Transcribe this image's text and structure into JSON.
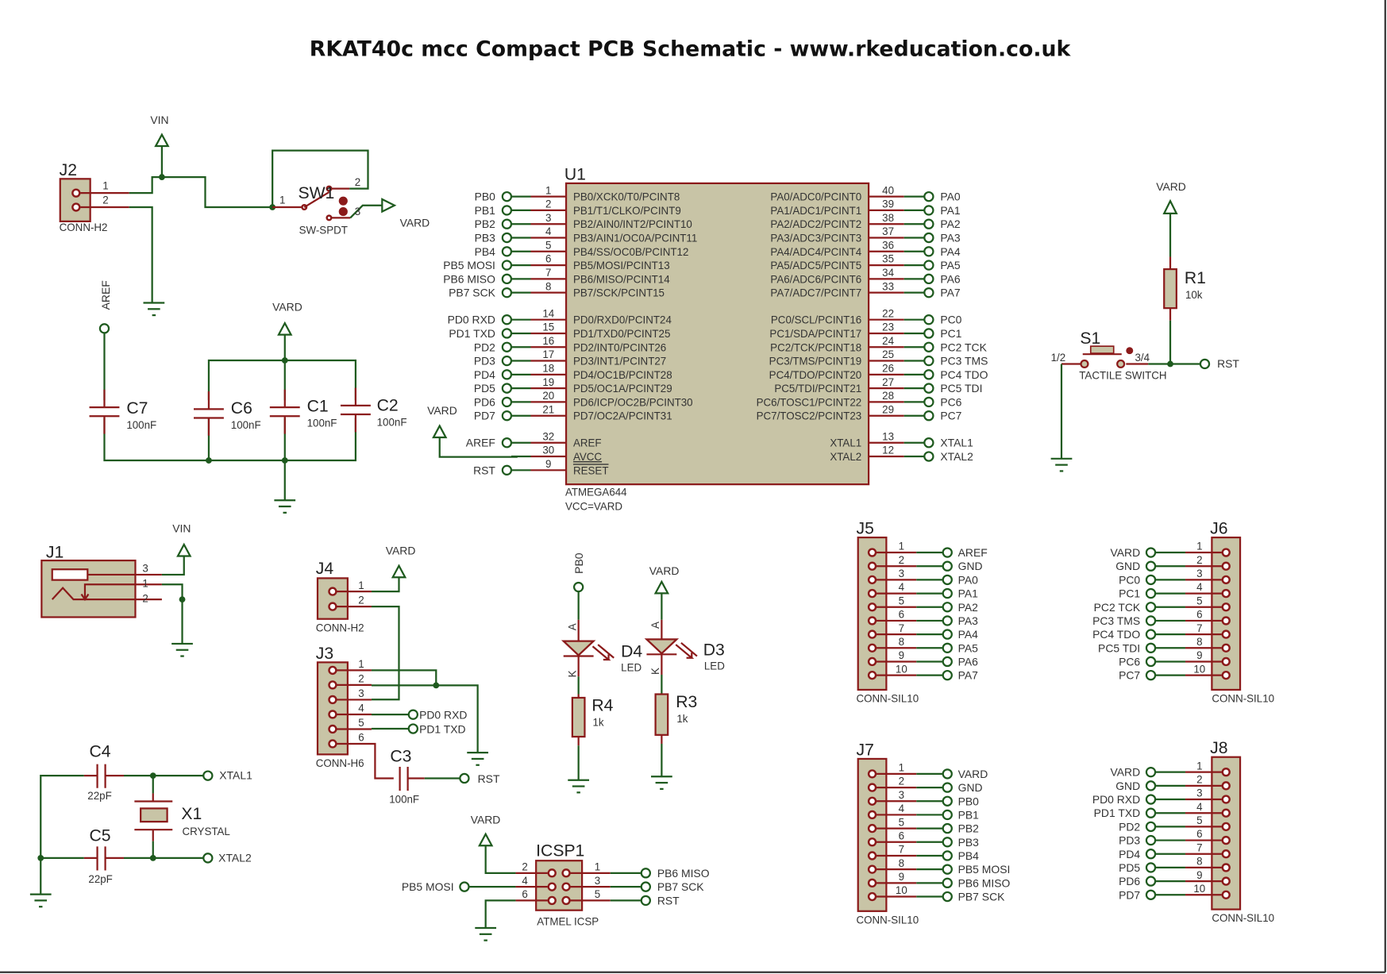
{
  "title": "RKAT40c mcc Compact PCB Schematic - www.rkeducation.co.uk",
  "colors": {
    "wire": "#1e5a1e",
    "pin": "#8b1a1a",
    "body": "#c8c4a6",
    "background": "#ffffff"
  },
  "power_vin": "VIN",
  "power_vard": "VARD",
  "j2": {
    "ref": "J2",
    "value": "CONN-H2",
    "pins": [
      "1",
      "2"
    ]
  },
  "sw1": {
    "ref": "SW1",
    "value": "SW-SPDT",
    "pins": [
      "1",
      "2",
      "3"
    ],
    "net": "VARD"
  },
  "decoupling": {
    "aref_label": "AREF",
    "vard_label": "VARD",
    "caps": [
      {
        "ref": "C7",
        "value": "100nF"
      },
      {
        "ref": "C6",
        "value": "100nF"
      },
      {
        "ref": "C1",
        "value": "100nF"
      },
      {
        "ref": "C2",
        "value": "100nF"
      }
    ]
  },
  "u1": {
    "ref": "U1",
    "part": "ATMEGA644",
    "vcc": "VCC=VARD",
    "left_pins": [
      {
        "num": "1",
        "name": "PB0/XCK0/T0/PCINT8",
        "net": "PB0"
      },
      {
        "num": "2",
        "name": "PB1/T1/CLKO/PCINT9",
        "net": "PB1"
      },
      {
        "num": "3",
        "name": "PB2/AIN0/INT2/PCINT10",
        "net": "PB2"
      },
      {
        "num": "4",
        "name": "PB3/AIN1/OC0A/PCINT11",
        "net": "PB3"
      },
      {
        "num": "5",
        "name": "PB4/SS/OC0B/PCINT12",
        "net": "PB4"
      },
      {
        "num": "6",
        "name": "PB5/MOSI/PCINT13",
        "net": "PB5 MOSI"
      },
      {
        "num": "7",
        "name": "PB6/MISO/PCINT14",
        "net": "PB6 MISO"
      },
      {
        "num": "8",
        "name": "PB7/SCK/PCINT15",
        "net": "PB7 SCK"
      },
      {
        "num": "14",
        "name": "PD0/RXD0/PCINT24",
        "net": "PD0 RXD"
      },
      {
        "num": "15",
        "name": "PD1/TXD0/PCINT25",
        "net": "PD1 TXD"
      },
      {
        "num": "16",
        "name": "PD2/INT0/PCINT26",
        "net": "PD2"
      },
      {
        "num": "17",
        "name": "PD3/INT1/PCINT27",
        "net": "PD3"
      },
      {
        "num": "18",
        "name": "PD4/OC1B/PCINT28",
        "net": "PD4"
      },
      {
        "num": "19",
        "name": "PD5/OC1A/PCINT29",
        "net": "PD5"
      },
      {
        "num": "20",
        "name": "PD6/ICP/OC2B/PCINT30",
        "net": "PD6"
      },
      {
        "num": "21",
        "name": "PD7/OC2A/PCINT31",
        "net": "PD7"
      },
      {
        "num": "32",
        "name": "AREF",
        "net": "AREF"
      },
      {
        "num": "30",
        "name": "AVCC",
        "net": "VARD"
      },
      {
        "num": "9",
        "name": "RESET",
        "net": "RST"
      }
    ],
    "right_pins": [
      {
        "num": "40",
        "name": "PA0/ADC0/PCINT0",
        "net": "PA0"
      },
      {
        "num": "39",
        "name": "PA1/ADC1/PCINT1",
        "net": "PA1"
      },
      {
        "num": "38",
        "name": "PA2/ADC2/PCINT2",
        "net": "PA2"
      },
      {
        "num": "37",
        "name": "PA3/ADC3/PCINT3",
        "net": "PA3"
      },
      {
        "num": "36",
        "name": "PA4/ADC4/PCINT4",
        "net": "PA4"
      },
      {
        "num": "35",
        "name": "PA5/ADC5/PCINT5",
        "net": "PA5"
      },
      {
        "num": "34",
        "name": "PA6/ADC6/PCINT6",
        "net": "PA6"
      },
      {
        "num": "33",
        "name": "PA7/ADC7/PCINT7",
        "net": "PA7"
      },
      {
        "num": "22",
        "name": "PC0/SCL/PCINT16",
        "net": "PC0"
      },
      {
        "num": "23",
        "name": "PC1/SDA/PCINT17",
        "net": "PC1"
      },
      {
        "num": "24",
        "name": "PC2/TCK/PCINT18",
        "net": "PC2 TCK"
      },
      {
        "num": "25",
        "name": "PC3/TMS/PCINT19",
        "net": "PC3 TMS"
      },
      {
        "num": "26",
        "name": "PC4/TDO/PCINT20",
        "net": "PC4 TDO"
      },
      {
        "num": "27",
        "name": "PC5/TDI/PCINT21",
        "net": "PC5 TDI"
      },
      {
        "num": "28",
        "name": "PC6/TOSC1/PCINT22",
        "net": "PC6"
      },
      {
        "num": "29",
        "name": "PC7/TOSC2/PCINT23",
        "net": "PC7"
      },
      {
        "num": "13",
        "name": "XTAL1",
        "net": "XTAL1"
      },
      {
        "num": "12",
        "name": "XTAL2",
        "net": "XTAL2"
      }
    ]
  },
  "reset": {
    "r1": {
      "ref": "R1",
      "value": "10k"
    },
    "s1": {
      "ref": "S1",
      "value": "TACTILE SWITCH",
      "pin_a": "1/2",
      "pin_b": "3/4"
    },
    "net": "RST",
    "vard": "VARD"
  },
  "j1": {
    "ref": "J1",
    "pins": [
      "3",
      "1",
      "2"
    ],
    "vin": "VIN"
  },
  "j4": {
    "ref": "J4",
    "value": "CONN-H2",
    "pins": [
      "1",
      "2"
    ],
    "vard": "VARD"
  },
  "j3": {
    "ref": "J3",
    "value": "CONN-H6",
    "pins": [
      "1",
      "2",
      "3",
      "4",
      "5",
      "6"
    ],
    "nets": {
      "4": "PD0 RXD",
      "5": "PD1 TXD"
    },
    "c3": {
      "ref": "C3",
      "value": "100nF"
    },
    "rst": "RST"
  },
  "leds": [
    {
      "ref": "D4",
      "value": "LED",
      "anode": "A",
      "cathode": "K",
      "top_net": "PB0",
      "r_ref": "R4",
      "r_value": "1k"
    },
    {
      "ref": "D3",
      "value": "LED",
      "anode": "A",
      "cathode": "K",
      "top_net": "VARD",
      "r_ref": "R3",
      "r_value": "1k"
    }
  ],
  "crystal": {
    "c4": {
      "ref": "C4",
      "value": "22pF"
    },
    "c5": {
      "ref": "C5",
      "value": "22pF"
    },
    "x1": {
      "ref": "X1",
      "value": "CRYSTAL"
    },
    "xtal1": "XTAL1",
    "xtal2": "XTAL2"
  },
  "icsp": {
    "ref": "ICSP1",
    "value": "ATMEL ICSP",
    "vard": "VARD",
    "left": [
      {
        "num": "2",
        "net": ""
      },
      {
        "num": "4",
        "net": "PB5 MOSI"
      },
      {
        "num": "6",
        "net": ""
      }
    ],
    "right": [
      {
        "num": "1",
        "net": "PB6 MISO"
      },
      {
        "num": "3",
        "net": "PB7 SCK"
      },
      {
        "num": "5",
        "net": "RST"
      }
    ]
  },
  "headers": [
    {
      "ref": "J5",
      "value": "CONN-SIL10",
      "side": "right",
      "nets": [
        "AREF",
        "GND",
        "PA0",
        "PA1",
        "PA2",
        "PA3",
        "PA4",
        "PA5",
        "PA6",
        "PA7"
      ]
    },
    {
      "ref": "J6",
      "value": "CONN-SIL10",
      "side": "left",
      "nets": [
        "VARD",
        "GND",
        "PC0",
        "PC1",
        "PC2 TCK",
        "PC3 TMS",
        "PC4 TDO",
        "PC5 TDI",
        "PC6",
        "PC7"
      ]
    },
    {
      "ref": "J7",
      "value": "CONN-SIL10",
      "side": "right",
      "nets": [
        "VARD",
        "GND",
        "PB0",
        "PB1",
        "PB2",
        "PB3",
        "PB4",
        "PB5 MOSI",
        "PB6 MISO",
        "PB7 SCK"
      ]
    },
    {
      "ref": "J8",
      "value": "CONN-SIL10",
      "side": "left",
      "nets": [
        "VARD",
        "GND",
        "PD0 RXD",
        "PD1 TXD",
        "PD2",
        "PD3",
        "PD4",
        "PD5",
        "PD6",
        "PD7"
      ]
    }
  ]
}
